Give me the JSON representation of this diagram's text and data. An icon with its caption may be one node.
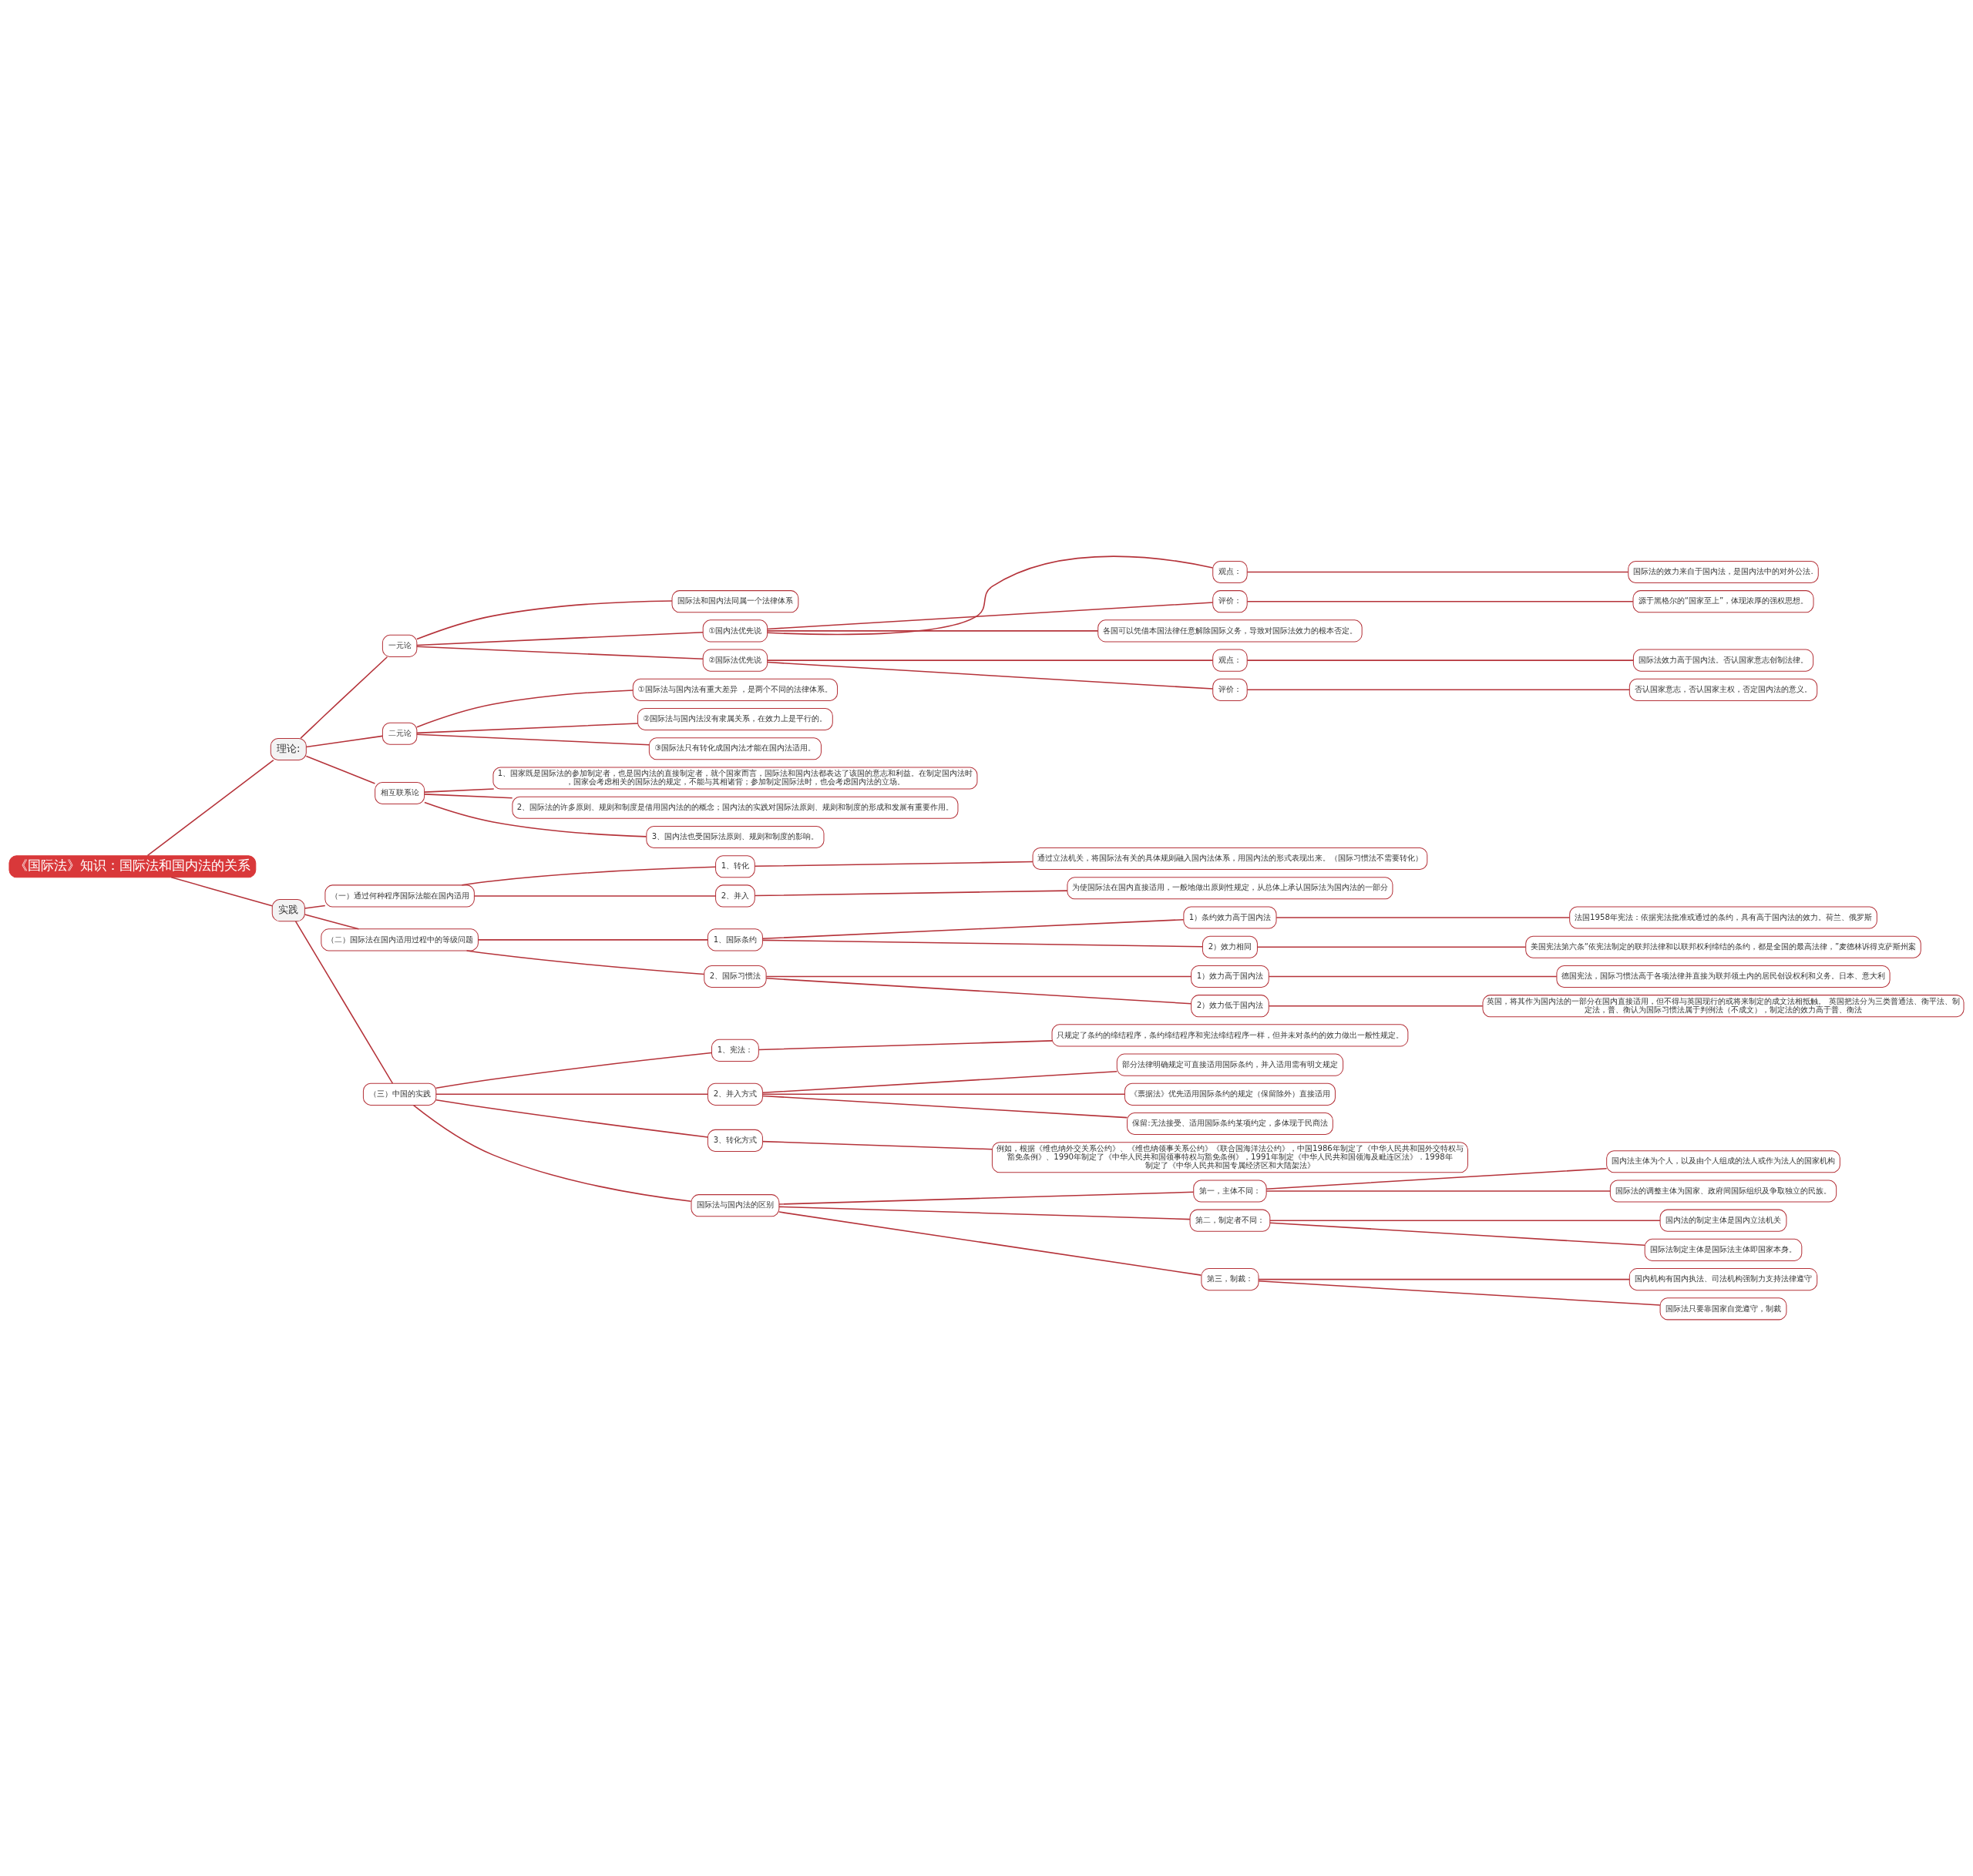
{
  "diagram": {
    "nodes": [
      {
        "text": [
          "《国际法》知识：国际法和国内法的关系"
        ]
      },
      {
        "text": [
          "理论:"
        ]
      },
      {
        "text": [
          "一元论"
        ]
      },
      {
        "text": [
          "国际法和国内法同属一个法律体系"
        ]
      },
      {
        "text": [
          "①国内法优先说"
        ]
      },
      {
        "text": [
          "观点："
        ]
      },
      {
        "text": [
          "国际法的效力来自于国内法，是国内法中的对外公法."
        ]
      },
      {
        "text": [
          "评价："
        ]
      },
      {
        "text": [
          "源于黑格尔的“国家至上”，体现浓厚的强权思想。"
        ]
      },
      {
        "text": [
          "各国可以凭借本国法律任意解除国际义务，导致对国际法效力的根本否定。"
        ]
      },
      {
        "text": [
          "②国际法优先说"
        ]
      },
      {
        "text": [
          "观点："
        ]
      },
      {
        "text": [
          "国际法效力高于国内法。否认国家意志创制法律。"
        ]
      },
      {
        "text": [
          "评价："
        ]
      },
      {
        "text": [
          "否认国家意志，否认国家主权，否定国内法的意义。"
        ]
      },
      {
        "text": [
          "二元论"
        ]
      },
      {
        "text": [
          "①国际法与国内法有重大差异 ，是两个不同的法律体系。"
        ]
      },
      {
        "text": [
          "②国际法与国内法没有隶属关系，在效力上是平行的。"
        ]
      },
      {
        "text": [
          "③国际法只有转化成国内法才能在国内法适用。"
        ]
      },
      {
        "text": [
          "相互联系论"
        ]
      },
      {
        "text": [
          "1、国家既是国际法的参加制定者，也是国内法的直接制定者，就个国家而言，国际法和国内法都表达了该国的意志和利益。在制定国内法时，国家会考虑相关的国际法的规定，不能与其相诸背；参加制定国际法时，也会考虑国内法的立场。"
        ]
      },
      {
        "text": [
          "2、国际法的许多原则、规则和制度是借用国内法的的概念；国内法的实践对国际法原则、规则和制度的形成和发展有重要作用。"
        ]
      },
      {
        "text": [
          "3、国内法也受国际法原则、规则和制度的影响。"
        ]
      },
      {
        "text": [
          "实践"
        ]
      },
      {
        "text": [
          "（一）通过何种程序国际法能在国内适用"
        ]
      },
      {
        "text": [
          "1、转化"
        ]
      },
      {
        "text": [
          "通过立法机关，将国际法有关的具体规则融入国内法体系，用国内法的形式表现出来。（国际习惯法不需要转化）"
        ]
      },
      {
        "text": [
          "2、并入"
        ]
      },
      {
        "text": [
          "为使国际法在国内直接适用，一般地做出原则性规定，从总体上承认国际法为国内法的一部分"
        ]
      },
      {
        "text": [
          "（二）国际法在国内适用过程中的等级问题"
        ]
      },
      {
        "text": [
          "1、国际条约"
        ]
      },
      {
        "text": [
          "1）条约效力高于国内法"
        ]
      },
      {
        "text": [
          "法国1958年宪法：依据宪法批准或通过的条约，具有高于国内法的效力。荷兰、俄罗斯"
        ]
      },
      {
        "text": [
          "2）效力相同"
        ]
      },
      {
        "text": [
          "美国宪法第六条“依宪法制定的联邦法律和以联邦权利缔结的条约，都是全国的最高法律，”麦德林诉得克萨斯州案"
        ]
      },
      {
        "text": [
          "2、国际习惯法"
        ]
      },
      {
        "text": [
          "1）效力高于国内法"
        ]
      },
      {
        "text": [
          "德国宪法，国际习惯法高于各项法律并直接为联邦领土内的居民创设权利和义务。日本、意大利"
        ]
      },
      {
        "text": [
          "2）效力低于国内法"
        ]
      },
      {
        "text": [
          "英国，将其作为国内法的一部分在国内直接适用，但不得与英国现行的或将来制定的成文法相抵触。 英国把法分为三类普通法、衡平法、制定法，普、衡认为国际习惯法属于判例法（不成文），制定法的效力高于普、衡法"
        ]
      },
      {
        "text": [
          "（三）中国的实践"
        ]
      },
      {
        "text": [
          "1、宪法："
        ]
      },
      {
        "text": [
          "只规定了条约的缔结程序，条约缔结程序和宪法缔结程序一样，但并未对条约的效力做出一般性规定。"
        ]
      },
      {
        "text": [
          "2、并入方式"
        ]
      },
      {
        "text": [
          "部分法律明确规定可直接适用国际条约，并入适用需有明文规定"
        ]
      },
      {
        "text": [
          "《票据法》优先适用国际条约的规定（保留除外）直接适用"
        ]
      },
      {
        "text": [
          "保留:无法接受、适用国际条约某项约定，多体现于民商法"
        ]
      },
      {
        "text": [
          "3、转化方式"
        ]
      },
      {
        "text": [
          "例如，根据《维也纳外交关系公约》、《维也纳领事关系公约》《联合国海洋法公约》，中国1986年制定了《中华人民共和国外交特权与豁免条例》、1990年制定了《中华人民共和国领事特权与豁免条例》，1991年制定《中华人民共和国领海及毗连区法》．1998年制定了《中华人民共和国专属经济区和大陆架法》"
        ]
      },
      {
        "text": [
          "国际法与国内法的区别"
        ]
      },
      {
        "text": [
          "第一，主体不同："
        ]
      },
      {
        "text": [
          "国内法主体为个人，以及由个人组成的法人或作为法人的国家机构"
        ]
      },
      {
        "text": [
          "国际法的调整主体为国家、政府间国际组织及争取独立的民族。"
        ]
      },
      {
        "text": [
          "第二，制定者不同："
        ]
      },
      {
        "text": [
          "国内法的制定主体是国内立法机关"
        ]
      },
      {
        "text": [
          "国际法制定主体是国际法主体即国家本身。"
        ]
      },
      {
        "text": [
          "第三，制裁："
        ]
      },
      {
        "text": [
          "国内机构有国内执法、司法机构强制力支持法律遵守"
        ]
      },
      {
        "text": [
          "国际法只要靠国家自觉遵守，制裁"
        ]
      }
    ],
    "edges": [
      {
        "from": 0,
        "to": 1,
        "arrow": "none"
      },
      {
        "from": 1,
        "to": 2,
        "arrow": "none"
      },
      {
        "from": 2,
        "to": 3,
        "arrow": "none"
      },
      {
        "from": 2,
        "to": 4,
        "arrow": "none"
      },
      {
        "from": 4,
        "to": 5,
        "arrow": "none"
      },
      {
        "from": 5,
        "to": 6,
        "arrow": "none"
      },
      {
        "from": 4,
        "to": 7,
        "arrow": "none"
      },
      {
        "from": 7,
        "to": 8,
        "arrow": "none"
      },
      {
        "from": 4,
        "to": 9,
        "arrow": "none"
      },
      {
        "from": 2,
        "to": 10,
        "arrow": "none"
      },
      {
        "from": 10,
        "to": 11,
        "arrow": "none"
      },
      {
        "from": 11,
        "to": 12,
        "arrow": "none"
      },
      {
        "from": 10,
        "to": 13,
        "arrow": "none"
      },
      {
        "from": 13,
        "to": 14,
        "arrow": "none"
      },
      {
        "from": 1,
        "to": 15,
        "arrow": "none"
      },
      {
        "from": 15,
        "to": 16,
        "arrow": "none"
      },
      {
        "from": 15,
        "to": 17,
        "arrow": "none"
      },
      {
        "from": 15,
        "to": 18,
        "arrow": "none"
      },
      {
        "from": 1,
        "to": 19,
        "arrow": "none"
      },
      {
        "from": 19,
        "to": 20,
        "arrow": "none"
      },
      {
        "from": 19,
        "to": 21,
        "arrow": "none"
      },
      {
        "from": 19,
        "to": 22,
        "arrow": "none"
      },
      {
        "from": 0,
        "to": 23,
        "arrow": "none"
      },
      {
        "from": 23,
        "to": 24,
        "arrow": "none"
      },
      {
        "from": 24,
        "to": 25,
        "arrow": "none"
      },
      {
        "from": 25,
        "to": 26,
        "arrow": "none"
      },
      {
        "from": 24,
        "to": 27,
        "arrow": "none"
      },
      {
        "from": 27,
        "to": 28,
        "arrow": "none"
      },
      {
        "from": 23,
        "to": 29,
        "arrow": "none"
      },
      {
        "from": 29,
        "to": 30,
        "arrow": "none"
      },
      {
        "from": 30,
        "to": 31,
        "arrow": "none"
      },
      {
        "from": 31,
        "to": 32,
        "arrow": "none"
      },
      {
        "from": 30,
        "to": 33,
        "arrow": "none"
      },
      {
        "from": 33,
        "to": 34,
        "arrow": "none"
      },
      {
        "from": 29,
        "to": 35,
        "arrow": "none"
      },
      {
        "from": 35,
        "to": 36,
        "arrow": "none"
      },
      {
        "from": 36,
        "to": 37,
        "arrow": "none"
      },
      {
        "from": 35,
        "to": 38,
        "arrow": "none"
      },
      {
        "from": 38,
        "to": 39,
        "arrow": "none"
      },
      {
        "from": 23,
        "to": 40,
        "arrow": "none"
      },
      {
        "from": 40,
        "to": 41,
        "arrow": "none"
      },
      {
        "from": 41,
        "to": 42,
        "arrow": "none"
      },
      {
        "from": 40,
        "to": 43,
        "arrow": "none"
      },
      {
        "from": 43,
        "to": 44,
        "arrow": "none"
      },
      {
        "from": 43,
        "to": 45,
        "arrow": "none"
      },
      {
        "from": 43,
        "to": 46,
        "arrow": "none"
      },
      {
        "from": 40,
        "to": 47,
        "arrow": "none"
      },
      {
        "from": 47,
        "to": 48,
        "arrow": "none"
      },
      {
        "from": 40,
        "to": 49,
        "arrow": "none"
      },
      {
        "from": 49,
        "to": 50,
        "arrow": "none"
      },
      {
        "from": 50,
        "to": 51,
        "arrow": "none"
      },
      {
        "from": 50,
        "to": 52,
        "arrow": "none"
      },
      {
        "from": 49,
        "to": 53,
        "arrow": "none"
      },
      {
        "from": 53,
        "to": 54,
        "arrow": "none"
      },
      {
        "from": 53,
        "to": 55,
        "arrow": "none"
      },
      {
        "from": 49,
        "to": 56,
        "arrow": "none"
      },
      {
        "from": 56,
        "to": 57,
        "arrow": "none"
      },
      {
        "from": 56,
        "to": 58,
        "arrow": "none"
      }
    ]
  }
}
